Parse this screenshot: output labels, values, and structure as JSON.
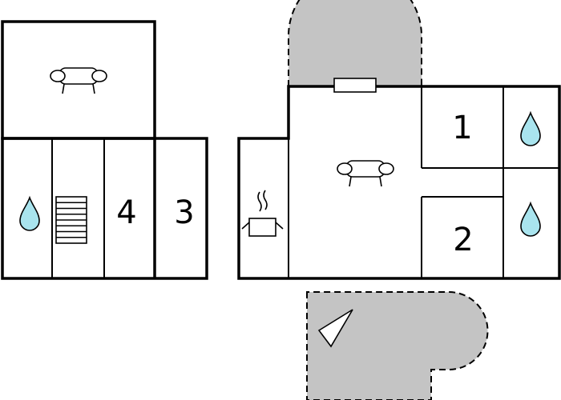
{
  "rooms": {
    "r1": "1",
    "r2": "2",
    "r3": "3",
    "r4": "4"
  },
  "colors": {
    "terrace_fill": "#c4c4c4",
    "water_drop": "#a9e4ee",
    "walls": "#000000"
  },
  "icons": [
    "sofa-icon",
    "sofa-icon",
    "stairs-icon",
    "water-drop-icon",
    "water-drop-icon",
    "water-drop-icon",
    "cooking-pot-icon",
    "window-icon",
    "north-arrow-icon"
  ]
}
